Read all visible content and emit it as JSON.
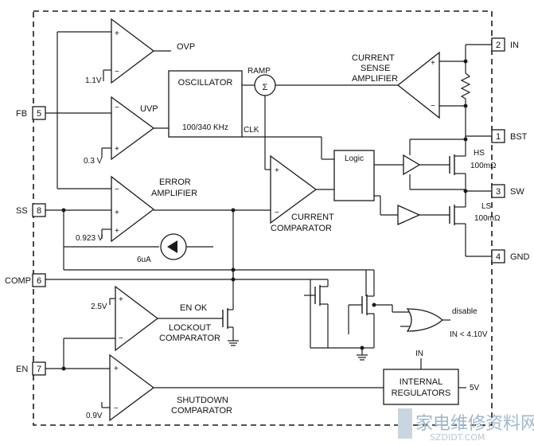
{
  "pins": {
    "in": {
      "name": "IN",
      "num": "2"
    },
    "bst": {
      "name": "BST",
      "num": "1"
    },
    "sw": {
      "name": "SW",
      "num": "3"
    },
    "gnd": {
      "name": "GND",
      "num": "4"
    },
    "fb": {
      "name": "FB",
      "num": "5"
    },
    "ss": {
      "name": "SS",
      "num": "8"
    },
    "comp": {
      "name": "COMP",
      "num": "6"
    },
    "en": {
      "name": "EN",
      "num": "7"
    }
  },
  "blocks": {
    "ovp": "OVP",
    "uvp": "UVP",
    "error_amp_1": "ERROR",
    "error_amp_2": "AMPLIFIER",
    "oscillator": "OSCILLATOR",
    "osc_freq": "100/340 KHz",
    "ramp": "RAMP",
    "sigma": "Σ",
    "clk": "CLK",
    "current_sense_1": "CURRENT",
    "current_sense_2": "SENSE",
    "current_sense_3": "AMPLIFIER",
    "logic": "Logic",
    "current_comp_1": "CURRENT",
    "current_comp_2": "COMPARATOR",
    "hs": "HS",
    "hs_val": "100mΩ",
    "ls": "LS",
    "ls_val": "100mΩ",
    "en_ok": "EN OK",
    "lockout_1": "LOCKOUT",
    "lockout_2": "COMPARATOR",
    "shutdown_1": "SHUTDOWN",
    "shutdown_2": "COMPARATOR",
    "internal_reg_1": "INTERNAL",
    "internal_reg_2": "REGULATORS",
    "disable": "disable",
    "in_lt": "IN < 4.10V",
    "reg_in": "IN",
    "reg_out": "5V"
  },
  "refs": {
    "v_1_1": "1.1V",
    "v_0_3": "0.3 V",
    "v_0_923": "0.923 V",
    "i_6ua": "6uA",
    "v_2_5": "2.5V",
    "v_0_9": "0.9V"
  },
  "signs": {
    "plus": "+",
    "minus": "−"
  },
  "watermark": {
    "main": "家电维修资料网",
    "sub": "SZDIDT.COM"
  }
}
